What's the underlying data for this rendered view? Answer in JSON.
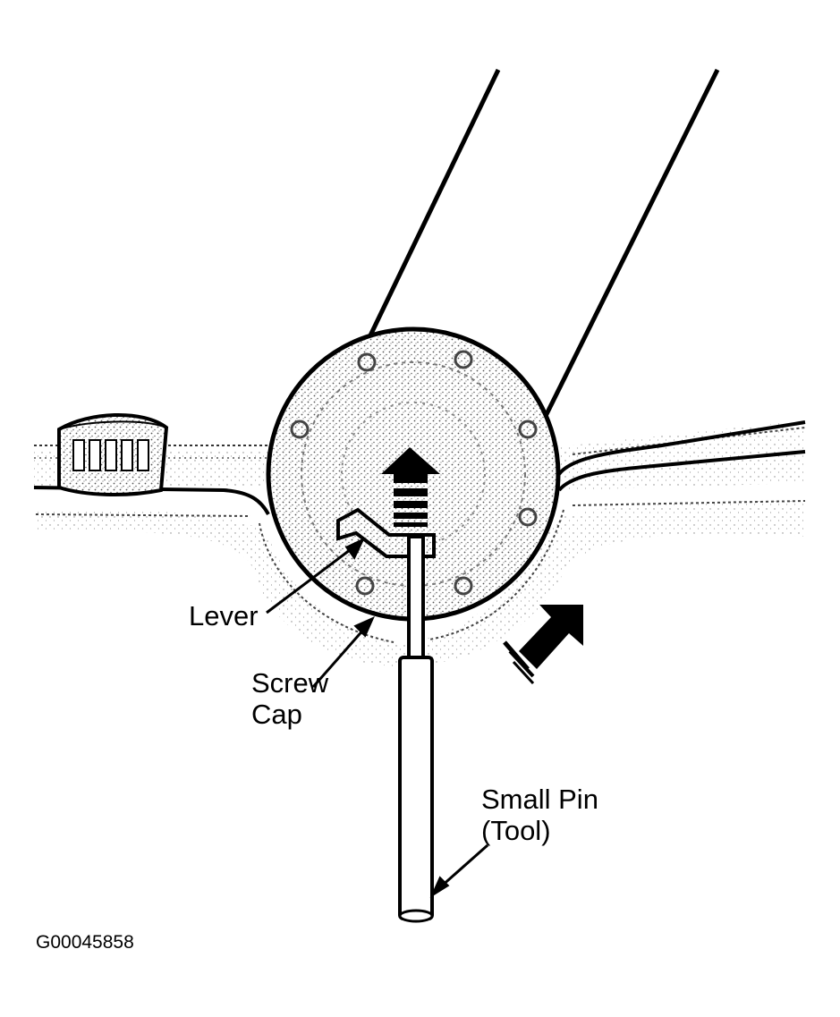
{
  "figure_id": "G00045858",
  "labels": {
    "lever": "Lever",
    "screw_cap_line1": "Screw",
    "screw_cap_line2": "Cap",
    "small_pin_line1": "Small Pin",
    "small_pin_line2": "(Tool)"
  },
  "colors": {
    "ink": "#000000",
    "paper": "#ffffff",
    "stipple": "#555555"
  }
}
